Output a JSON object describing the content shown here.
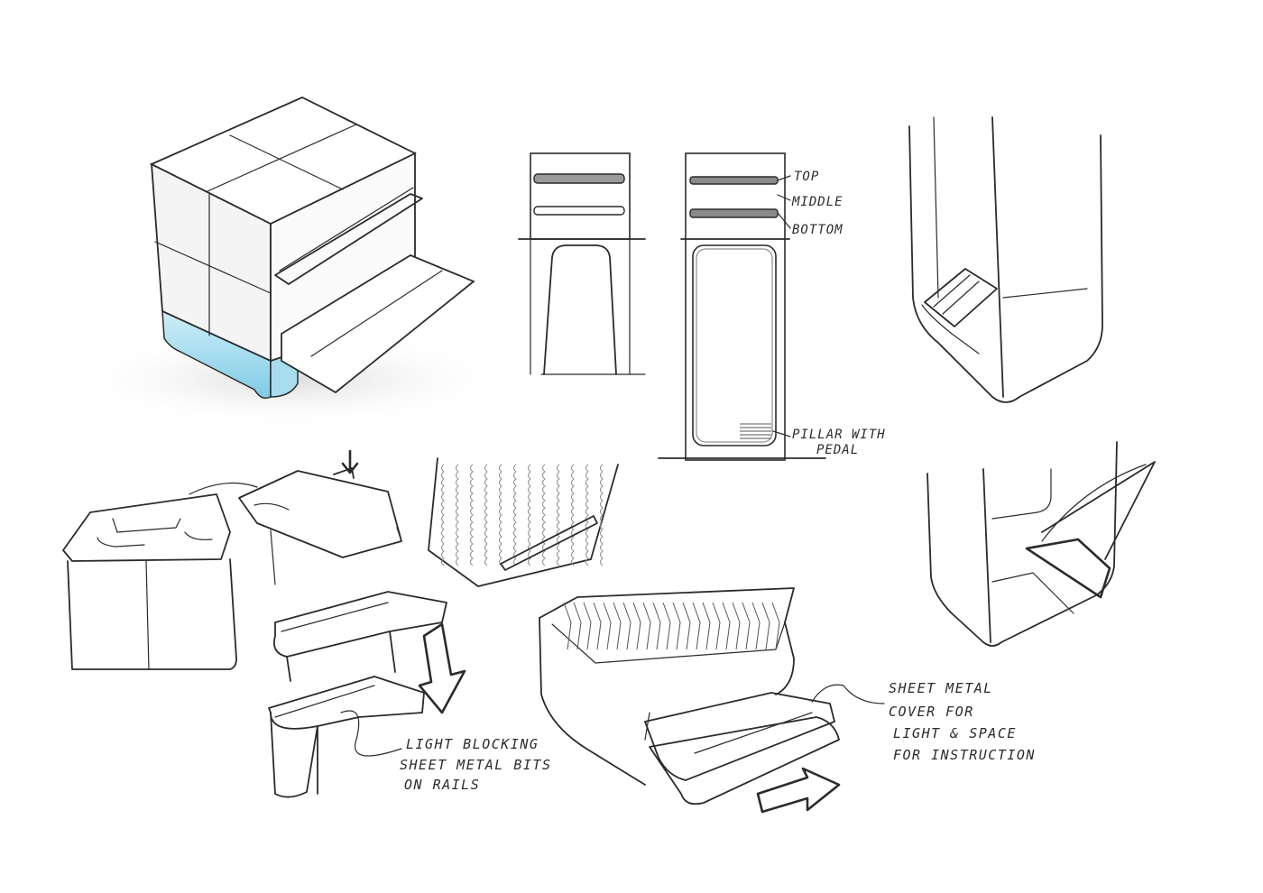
{
  "labels": {
    "top": "TOP",
    "middle": "MIDDLE",
    "bottom": "BOTTOM",
    "pillar_line1": "PILLAR WITH",
    "pillar_line2": "PEDAL",
    "light_line1": "LIGHT BLOCKING",
    "light_line2": "SHEET METAL BITS",
    "light_line3": "ON RAILS",
    "cover_line1": "SHEET METAL",
    "cover_line2": "COVER FOR",
    "cover_line3": "LIGHT & SPACE",
    "cover_line4": "FOR INSTRUCTION"
  },
  "colors": {
    "accent_base_glow": "#8fd3ea",
    "line": "#2b2b2b"
  }
}
